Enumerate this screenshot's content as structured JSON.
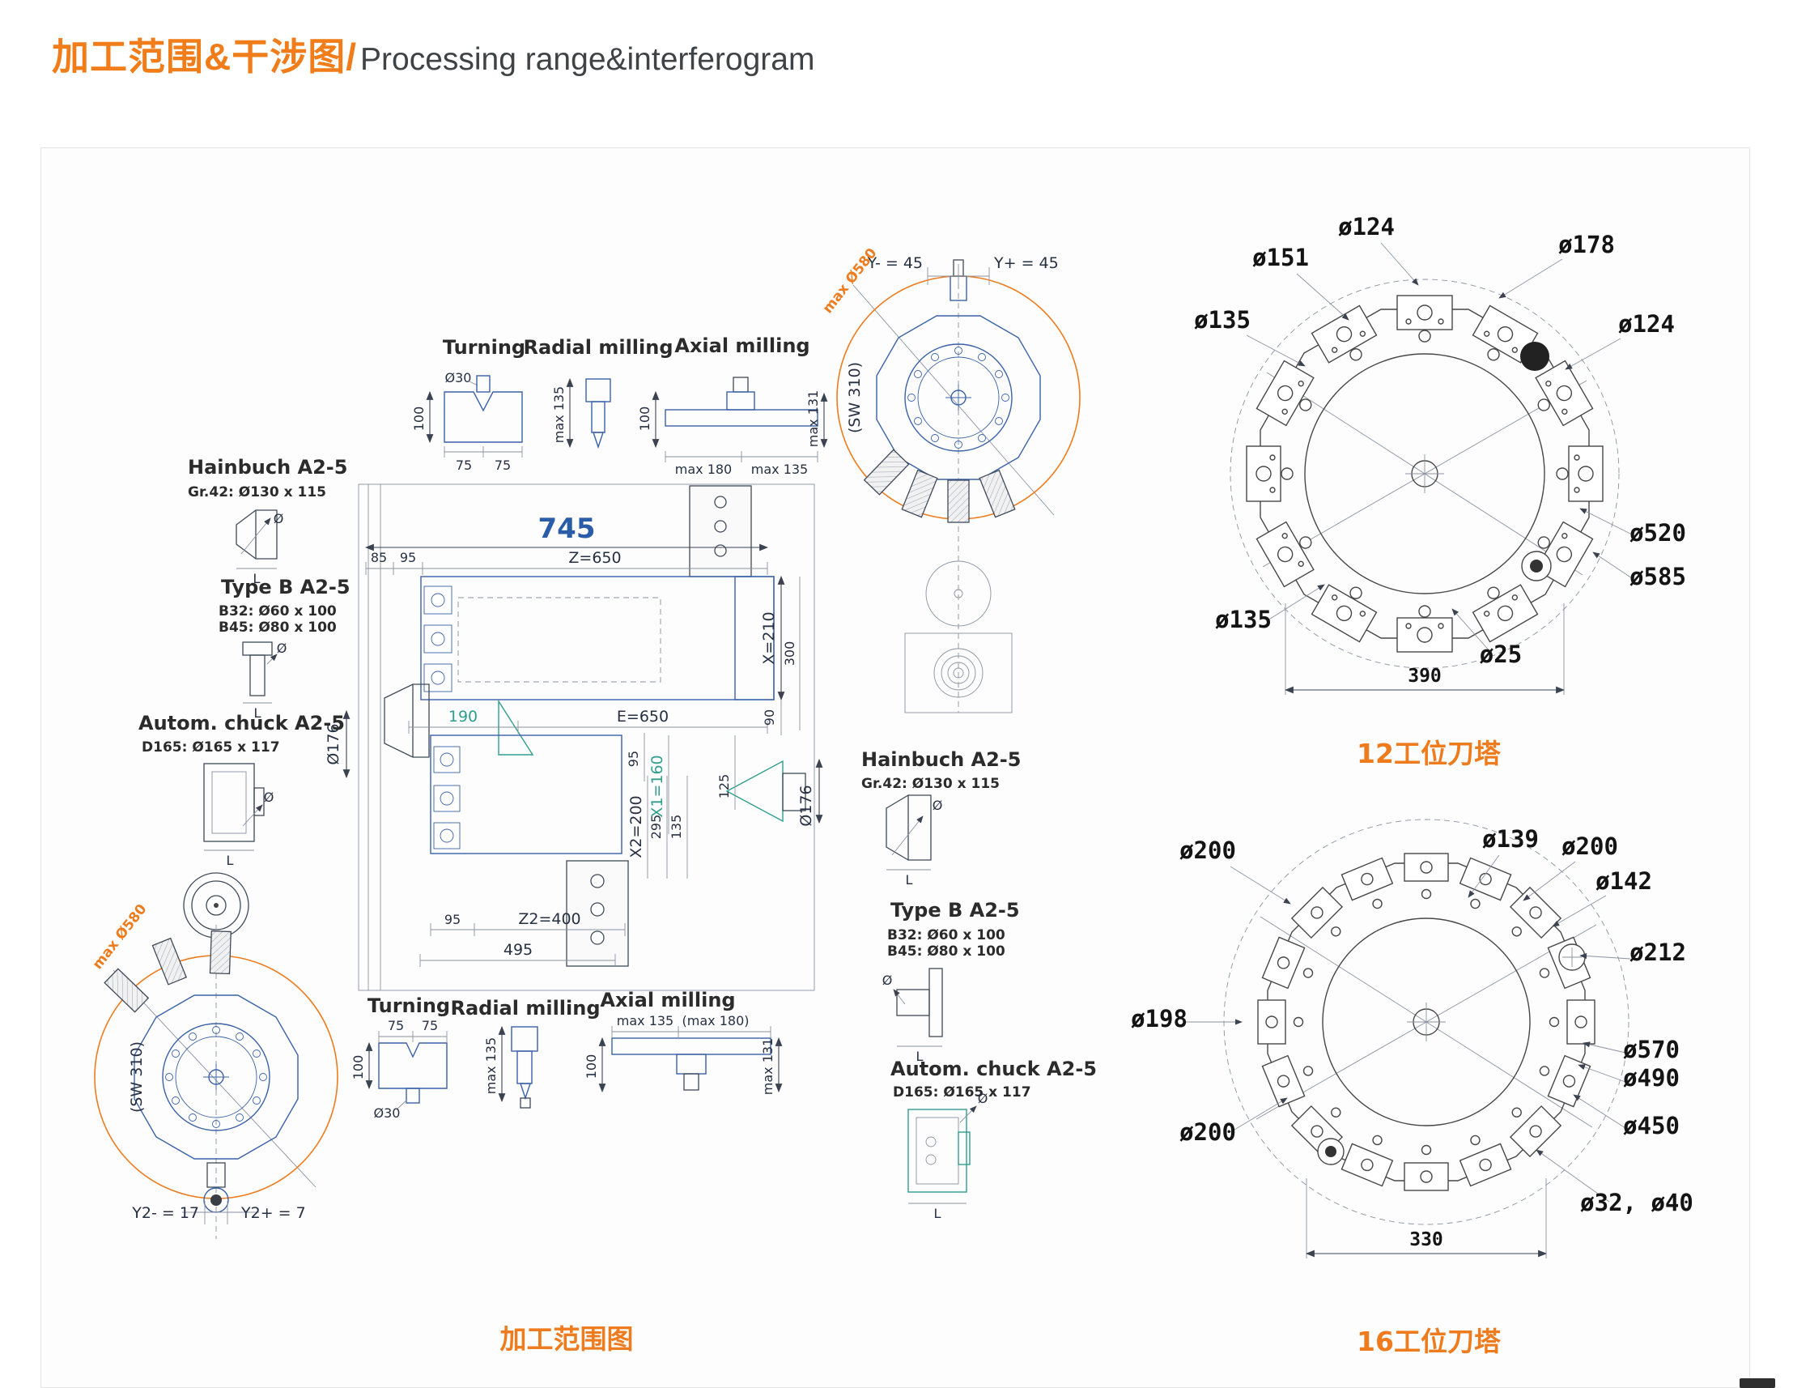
{
  "header": {
    "title_cn": "加工范围&干涉图/",
    "title_en": "Processing range&interferogram"
  },
  "captions": {
    "range": "加工范围图",
    "t12": "12工位刀塔",
    "t16": "16工位刀塔"
  },
  "misc": {
    "L": "L",
    "dia": "Ø"
  },
  "tools_top": {
    "turning": {
      "title": "Turning",
      "d30": "Ø30",
      "h100": "100",
      "l75": "75",
      "r75": "75"
    },
    "radial": {
      "title": "Radial milling",
      "max135": "max 135"
    },
    "axial": {
      "title": "Axial milling",
      "h100": "100",
      "max180": "max 180",
      "max135": "max 135",
      "max131": "max 131"
    }
  },
  "tools_bottom": {
    "turning": {
      "title": "Turning",
      "l75": "75",
      "r75": "75",
      "h100": "100",
      "d30": "Ø30"
    },
    "radial": {
      "title": "Radial milling",
      "max135": "max 135"
    },
    "axial": {
      "title": "Axial milling",
      "max135": "max 135",
      "max180": "(max 180)",
      "h100": "100",
      "max131": "max 131"
    }
  },
  "chucks": {
    "hainbuch": {
      "title": "Hainbuch A2-5",
      "spec1": "Gr.42: Ø130 x 115"
    },
    "typeb": {
      "title": "Type B A2-5",
      "spec1": "B32: Ø60 x 100",
      "spec2": "B45: Ø80 x 100"
    },
    "autom": {
      "title": "Autom. chuck A2-5",
      "spec1": "D165: Ø165 x 117"
    }
  },
  "central": {
    "d745": "745",
    "d85": "85",
    "d95a": "95",
    "z650": "Z=650",
    "d176l": "Ø176",
    "d190": "190",
    "e650": "E=650",
    "x210": "X=210",
    "d300": "300",
    "d90": "90",
    "d95b": "95",
    "x1160": "X1=160",
    "d125": "125",
    "d176r": "Ø176",
    "x2200": "X2=200",
    "d295": "295",
    "d135": "135",
    "d95c": "95",
    "z2400": "Z2=400",
    "d495": "495"
  },
  "turret_top": {
    "ym": "Y- = 45",
    "yp": "Y+ = 45",
    "max580": "max Ø580",
    "sw": "(SW 310)"
  },
  "turret_bottom": {
    "max580": "max Ø580",
    "sw": "(SW 310)",
    "y2m": "Y2- = 17",
    "y2p": "Y2+ = 7"
  },
  "turret12": {
    "d124t": "ø124",
    "d151": "ø151",
    "d178": "ø178",
    "d135l": "ø135",
    "d124r": "ø124",
    "d520": "ø520",
    "d585": "ø585",
    "d135b": "ø135",
    "d25": "ø25",
    "w390": "390"
  },
  "turret16": {
    "d200a": "ø200",
    "d139": "ø139",
    "d200b": "ø200",
    "d142": "ø142",
    "d212": "ø212",
    "d198": "ø198",
    "d570": "ø570",
    "d490": "ø490",
    "d450": "ø450",
    "d200c": "ø200",
    "d3240": "ø32, ø40",
    "w330": "330"
  },
  "colors": {
    "accent": "#ee7c1e",
    "blue": "#2b5ca8",
    "teal": "#2f9e8f",
    "ink": "#222222"
  }
}
